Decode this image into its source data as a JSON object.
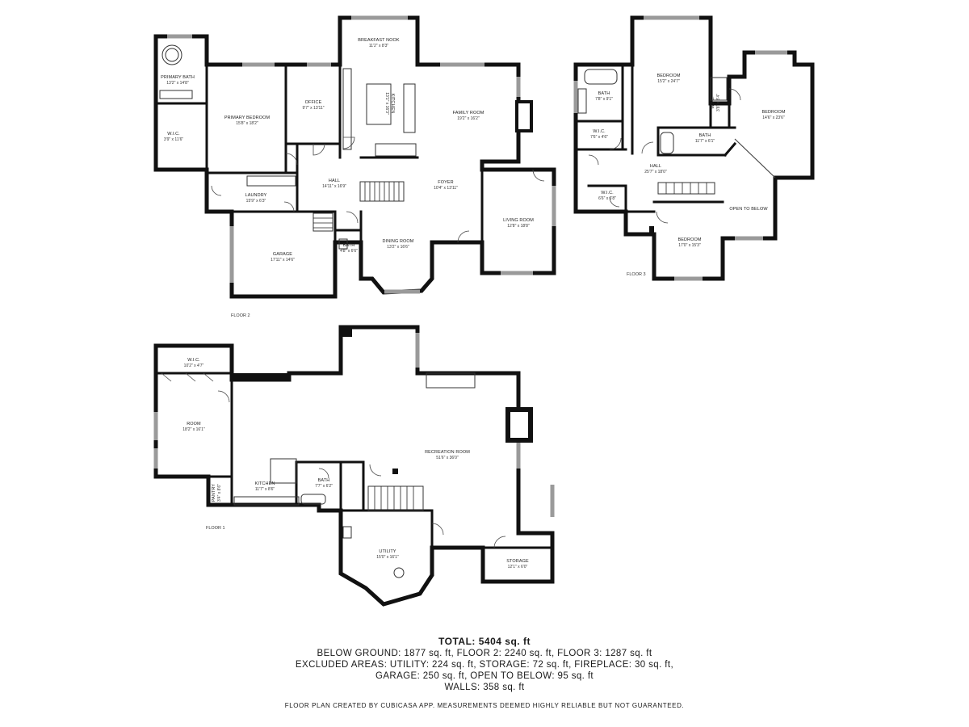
{
  "floors": [
    {
      "id": "floor2",
      "label": "FLOOR 2"
    },
    {
      "id": "floor3",
      "label": "FLOOR 3"
    },
    {
      "id": "floor1",
      "label": "FLOOR 1"
    }
  ],
  "rooms": {
    "primary_bath": {
      "name": "PRIMARY BATH",
      "dim": "13'2\" x 14'8\""
    },
    "wic_f2": {
      "name": "W.I.C.",
      "dim": "3'9\" x 11'6\""
    },
    "primary_bedroom": {
      "name": "PRIMARY BEDROOM",
      "dim": "15'8\" x 18'2\""
    },
    "office": {
      "name": "OFFICE",
      "dim": "9'7\" x 13'11\""
    },
    "breakfast_nook": {
      "name": "BREAKFAST NOOK",
      "dim": "11'2\" x 8'3\""
    },
    "kitchen_f2": {
      "name": "KITCHEN",
      "dim": "13'1\" x 16'3\""
    },
    "family_room": {
      "name": "FAMILY ROOM",
      "dim": "19'2\" x 16'2\""
    },
    "laundry": {
      "name": "LAUNDRY",
      "dim": "15'9\" x 6'3\""
    },
    "hall_f2": {
      "name": "HALL",
      "dim": "14'11\" x 16'9\""
    },
    "foyer": {
      "name": "FOYER",
      "dim": "10'4\" x 13'11\""
    },
    "living_room": {
      "name": "LIVING ROOM",
      "dim": "12'8\" x 18'8\""
    },
    "garage": {
      "name": "GARAGE",
      "dim": "17'11\" x 14'6\""
    },
    "bath_f2": {
      "name": "BATH",
      "dim": "4'8\" x 6'6\""
    },
    "dining_room": {
      "name": "DINING ROOM",
      "dim": "13'2\" x 16'6\""
    },
    "bath_f3a": {
      "name": "BATH",
      "dim": "7'8\" x 9'1\""
    },
    "bedroom_f3a": {
      "name": "BEDROOM",
      "dim": "15'2\" x 24'7\""
    },
    "wic_f3a": {
      "name": "W.I.C.",
      "dim": "3'8\" x 8'4\""
    },
    "bedroom_f3b": {
      "name": "BEDROOM",
      "dim": "14'6\" x 23'6\""
    },
    "wic_f3b": {
      "name": "W.I.C.",
      "dim": "7'6\" x 4'6\""
    },
    "bath_f3b": {
      "name": "BATH",
      "dim": "11'7\" x 6'1\""
    },
    "hall_f3": {
      "name": "HALL",
      "dim": "25'7\" x 18'0\""
    },
    "wic_f3c": {
      "name": "W.I.C.",
      "dim": "6'6\" x 6'8\""
    },
    "open_to_below": {
      "name": "OPEN TO BELOW",
      "dim": ""
    },
    "bedroom_f3c": {
      "name": "BEDROOM",
      "dim": "17'0\" x 15'3\""
    },
    "wic_f1": {
      "name": "W.I.C.",
      "dim": "10'2\" x 4'7\""
    },
    "room_f1": {
      "name": "ROOM",
      "dim": "18'2\" x 16'1\""
    },
    "recreation_room": {
      "name": "RECREATION ROOM",
      "dim": "51'6\" x 36'0\""
    },
    "pantry": {
      "name": "PANTRY",
      "dim": "3'4\" x 8'6\""
    },
    "kitchen_f1": {
      "name": "KITCHEN",
      "dim": "11'7\" x 8'6\""
    },
    "bath_f1": {
      "name": "BATH",
      "dim": "7'7\" x 6'2\""
    },
    "utility": {
      "name": "UTILITY",
      "dim": "15'0\" x 16'1\""
    },
    "storage": {
      "name": "STORAGE",
      "dim": "12'1\" x 6'0\""
    }
  },
  "summary": {
    "total": "TOTAL: 5404 sq. ft",
    "line1": "BELOW GROUND: 1877 sq. ft, FLOOR 2: 2240 sq. ft, FLOOR 3: 1287 sq. ft",
    "line2": "EXCLUDED AREAS: UTILITY: 224 sq. ft, STORAGE: 72 sq. ft, FIREPLACE: 30 sq. ft,",
    "line3": "GARAGE: 250 sq. ft, OPEN TO BELOW: 95 sq. ft",
    "line4": "WALLS: 358 sq. ft",
    "credit": "FLOOR PLAN CREATED BY CUBICASA APP. MEASUREMENTS DEEMED HIGHLY RELIABLE BUT NOT GUARANTEED."
  }
}
